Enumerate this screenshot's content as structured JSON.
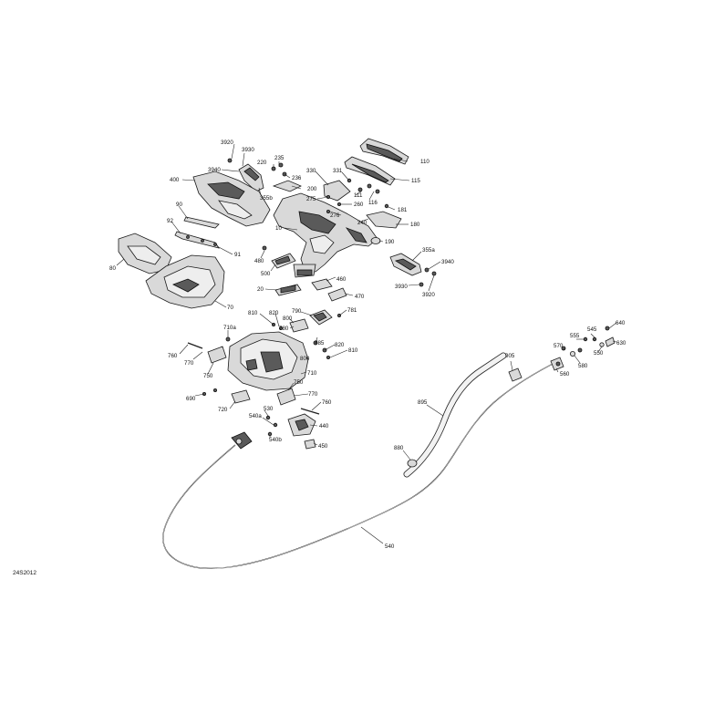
{
  "diagram": {
    "reference_code": "24S2012",
    "callouts": [
      {
        "id": "c3920a",
        "text": "3920"
      },
      {
        "id": "c3930a",
        "text": "3930"
      },
      {
        "id": "c3940a",
        "text": "3940"
      },
      {
        "id": "c220",
        "text": "220"
      },
      {
        "id": "c235",
        "text": "235"
      },
      {
        "id": "c236",
        "text": "236"
      },
      {
        "id": "c200",
        "text": "200"
      },
      {
        "id": "c355b",
        "text": "355b"
      },
      {
        "id": "c400",
        "text": "400"
      },
      {
        "id": "c330",
        "text": "330"
      },
      {
        "id": "c331",
        "text": "331"
      },
      {
        "id": "c110",
        "text": "110"
      },
      {
        "id": "c115",
        "text": "115"
      },
      {
        "id": "c111",
        "text": "111"
      },
      {
        "id": "c116",
        "text": "116"
      },
      {
        "id": "c275",
        "text": "275"
      },
      {
        "id": "c260",
        "text": "260"
      },
      {
        "id": "c276",
        "text": "276"
      },
      {
        "id": "c181",
        "text": "181"
      },
      {
        "id": "c180",
        "text": "180"
      },
      {
        "id": "c240",
        "text": "240"
      },
      {
        "id": "c90",
        "text": "90"
      },
      {
        "id": "c92",
        "text": "92"
      },
      {
        "id": "c91",
        "text": "91"
      },
      {
        "id": "c10",
        "text": "10"
      },
      {
        "id": "c190",
        "text": "190"
      },
      {
        "id": "c355a",
        "text": "355a"
      },
      {
        "id": "c80",
        "text": "80"
      },
      {
        "id": "c480",
        "text": "480"
      },
      {
        "id": "c500",
        "text": "500"
      },
      {
        "id": "c460",
        "text": "460"
      },
      {
        "id": "c3940b",
        "text": "3940"
      },
      {
        "id": "c3930b",
        "text": "3930"
      },
      {
        "id": "c3920b",
        "text": "3920"
      },
      {
        "id": "c20",
        "text": "20"
      },
      {
        "id": "c470",
        "text": "470"
      },
      {
        "id": "c70",
        "text": "70"
      },
      {
        "id": "c810a",
        "text": "810"
      },
      {
        "id": "c820a",
        "text": "820"
      },
      {
        "id": "c790",
        "text": "790"
      },
      {
        "id": "c781",
        "text": "781"
      },
      {
        "id": "c800a",
        "text": "800"
      },
      {
        "id": "c710a",
        "text": "710a"
      },
      {
        "id": "c780",
        "text": "780"
      },
      {
        "id": "c785",
        "text": "785"
      },
      {
        "id": "c820b",
        "text": "820"
      },
      {
        "id": "c810b",
        "text": "810"
      },
      {
        "id": "c800b",
        "text": "800"
      },
      {
        "id": "c760a",
        "text": "760"
      },
      {
        "id": "c770a",
        "text": "770"
      },
      {
        "id": "c710",
        "text": "710"
      },
      {
        "id": "c750a",
        "text": "750"
      },
      {
        "id": "c690",
        "text": "690"
      },
      {
        "id": "c750b",
        "text": "750"
      },
      {
        "id": "c770b",
        "text": "770"
      },
      {
        "id": "c720",
        "text": "720"
      },
      {
        "id": "c760b",
        "text": "760"
      },
      {
        "id": "c530",
        "text": "530"
      },
      {
        "id": "c540a",
        "text": "540a"
      },
      {
        "id": "c440",
        "text": "440"
      },
      {
        "id": "c540b",
        "text": "540b"
      },
      {
        "id": "c450",
        "text": "450"
      },
      {
        "id": "c640",
        "text": "640"
      },
      {
        "id": "c545",
        "text": "545"
      },
      {
        "id": "c555",
        "text": "555"
      },
      {
        "id": "c630",
        "text": "630"
      },
      {
        "id": "c570",
        "text": "570"
      },
      {
        "id": "c550",
        "text": "550"
      },
      {
        "id": "c580",
        "text": "580"
      },
      {
        "id": "c905",
        "text": "905"
      },
      {
        "id": "c560",
        "text": "560"
      },
      {
        "id": "c895",
        "text": "895"
      },
      {
        "id": "c880",
        "text": "880"
      },
      {
        "id": "c540",
        "text": "540"
      }
    ]
  }
}
